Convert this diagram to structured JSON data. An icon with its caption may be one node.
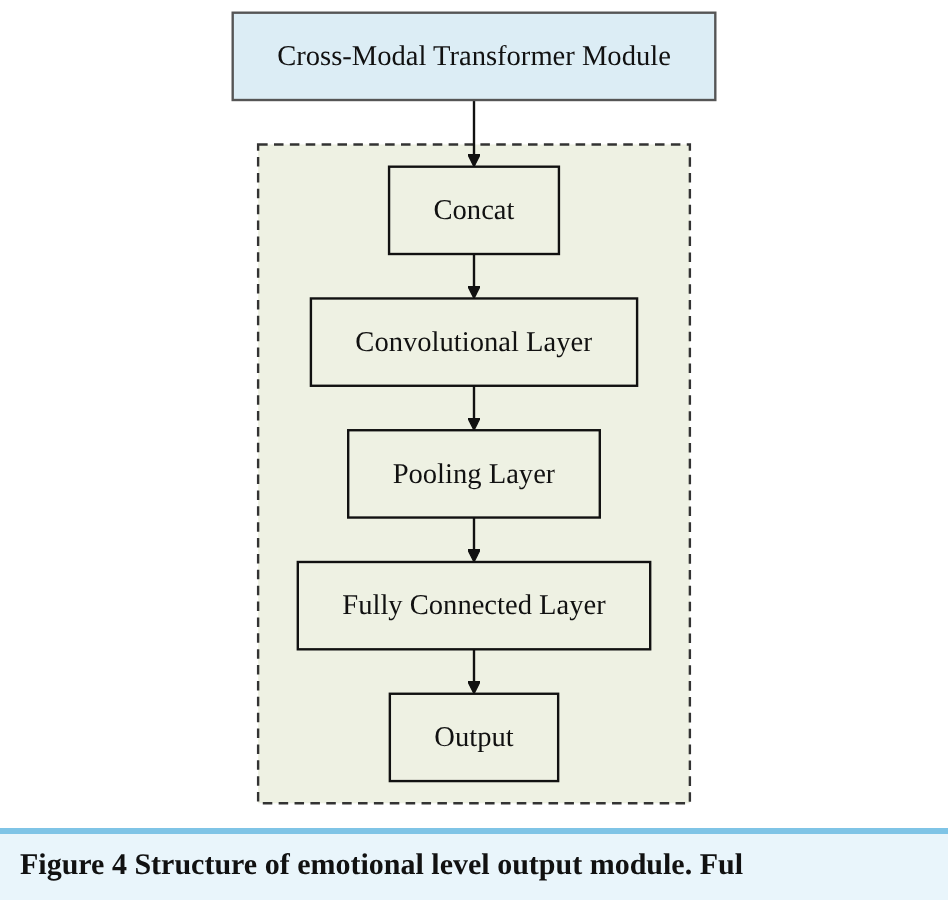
{
  "diagram": {
    "caption": "Figure 4 Structure of emotional level output module. Ful",
    "nodes": [
      {
        "text": [
          "Cross-Modal Transformer Module"
        ]
      },
      {
        "text": [],
        "shape": "box"
      },
      {
        "text": [
          "Concat"
        ],
        "in": 1
      },
      {
        "text": [
          "Convolutional Layer"
        ],
        "in": 1
      },
      {
        "text": [
          "Pooling Layer"
        ],
        "in": 1
      },
      {
        "text": [
          "Fully Connected Layer"
        ],
        "in": 1
      },
      {
        "text": [
          "Output"
        ],
        "in": 1
      }
    ],
    "edges": [
      {
        "from": 0,
        "to": 2,
        "arrow": "to"
      },
      {
        "from": 2,
        "to": 3,
        "arrow": "to"
      },
      {
        "from": 3,
        "to": 4,
        "arrow": "to"
      },
      {
        "from": 4,
        "to": 5,
        "arrow": "to"
      },
      {
        "from": 5,
        "to": 6,
        "arrow": "to"
      }
    ]
  }
}
